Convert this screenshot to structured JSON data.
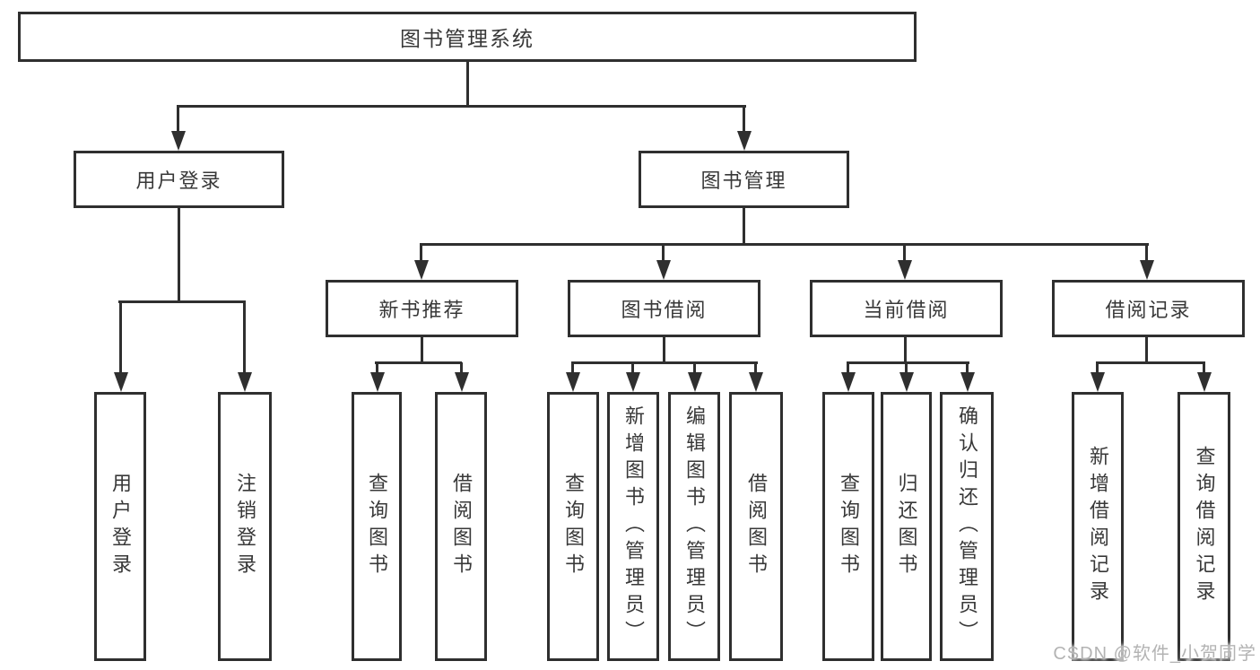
{
  "page": {
    "background": "#ffffff"
  },
  "colors": {
    "line": "#2f2f2f",
    "text": "#383838",
    "watermark": "#b3b3b3"
  },
  "tree": {
    "root": {
      "label": "图书管理系统"
    },
    "user_login": {
      "label": "用户登录",
      "children": [
        {
          "label": "用户登录"
        },
        {
          "label": "注销登录"
        }
      ]
    },
    "book_management": {
      "label": "图书管理",
      "sections": [
        {
          "label": "新书推荐",
          "children": [
            {
              "label": "查询图书"
            },
            {
              "label": "借阅图书"
            }
          ]
        },
        {
          "label": "图书借阅",
          "children": [
            {
              "label": "查询图书"
            },
            {
              "label": "新增图书（管理员）"
            },
            {
              "label": "编辑图书（管理员）"
            },
            {
              "label": "借阅图书"
            }
          ]
        },
        {
          "label": "当前借阅",
          "children": [
            {
              "label": "查询图书"
            },
            {
              "label": "归还图书"
            },
            {
              "label": "确认归还（管理员）"
            }
          ]
        },
        {
          "label": "借阅记录",
          "children": [
            {
              "label": "新增借阅记录"
            },
            {
              "label": "查询借阅记录"
            }
          ]
        }
      ]
    }
  },
  "watermark": {
    "text": "CSDN @软件_小贺同学"
  }
}
